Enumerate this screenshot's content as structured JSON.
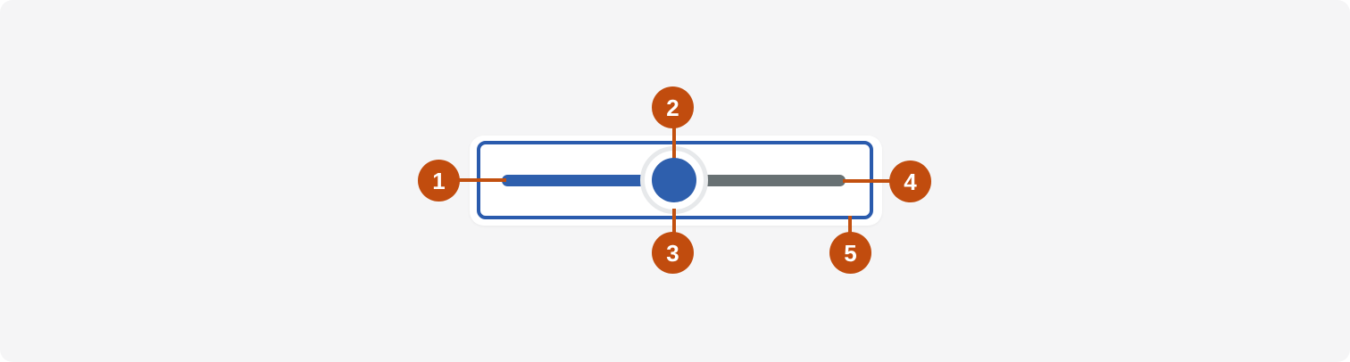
{
  "diagram": {
    "type": "component-anatomy",
    "component": "slider",
    "colors": {
      "page_background": "#F5F5F6",
      "card_background": "#FFFFFF",
      "accent_blue": "#2E5FAD",
      "focus_ring_blue": "#2A5BAD",
      "unfilled_track_gray": "#687173",
      "halo_ring_gray": "#E7E9EB",
      "badge_orange": "#C14C0E",
      "connector_orange": "#C2500F"
    },
    "badges": [
      {
        "label": "1",
        "points_to": "track-fill"
      },
      {
        "label": "2",
        "points_to": "thumb"
      },
      {
        "label": "3",
        "points_to": "thumb-halo"
      },
      {
        "label": "4",
        "points_to": "track"
      },
      {
        "label": "5",
        "points_to": "focus-ring"
      }
    ]
  }
}
